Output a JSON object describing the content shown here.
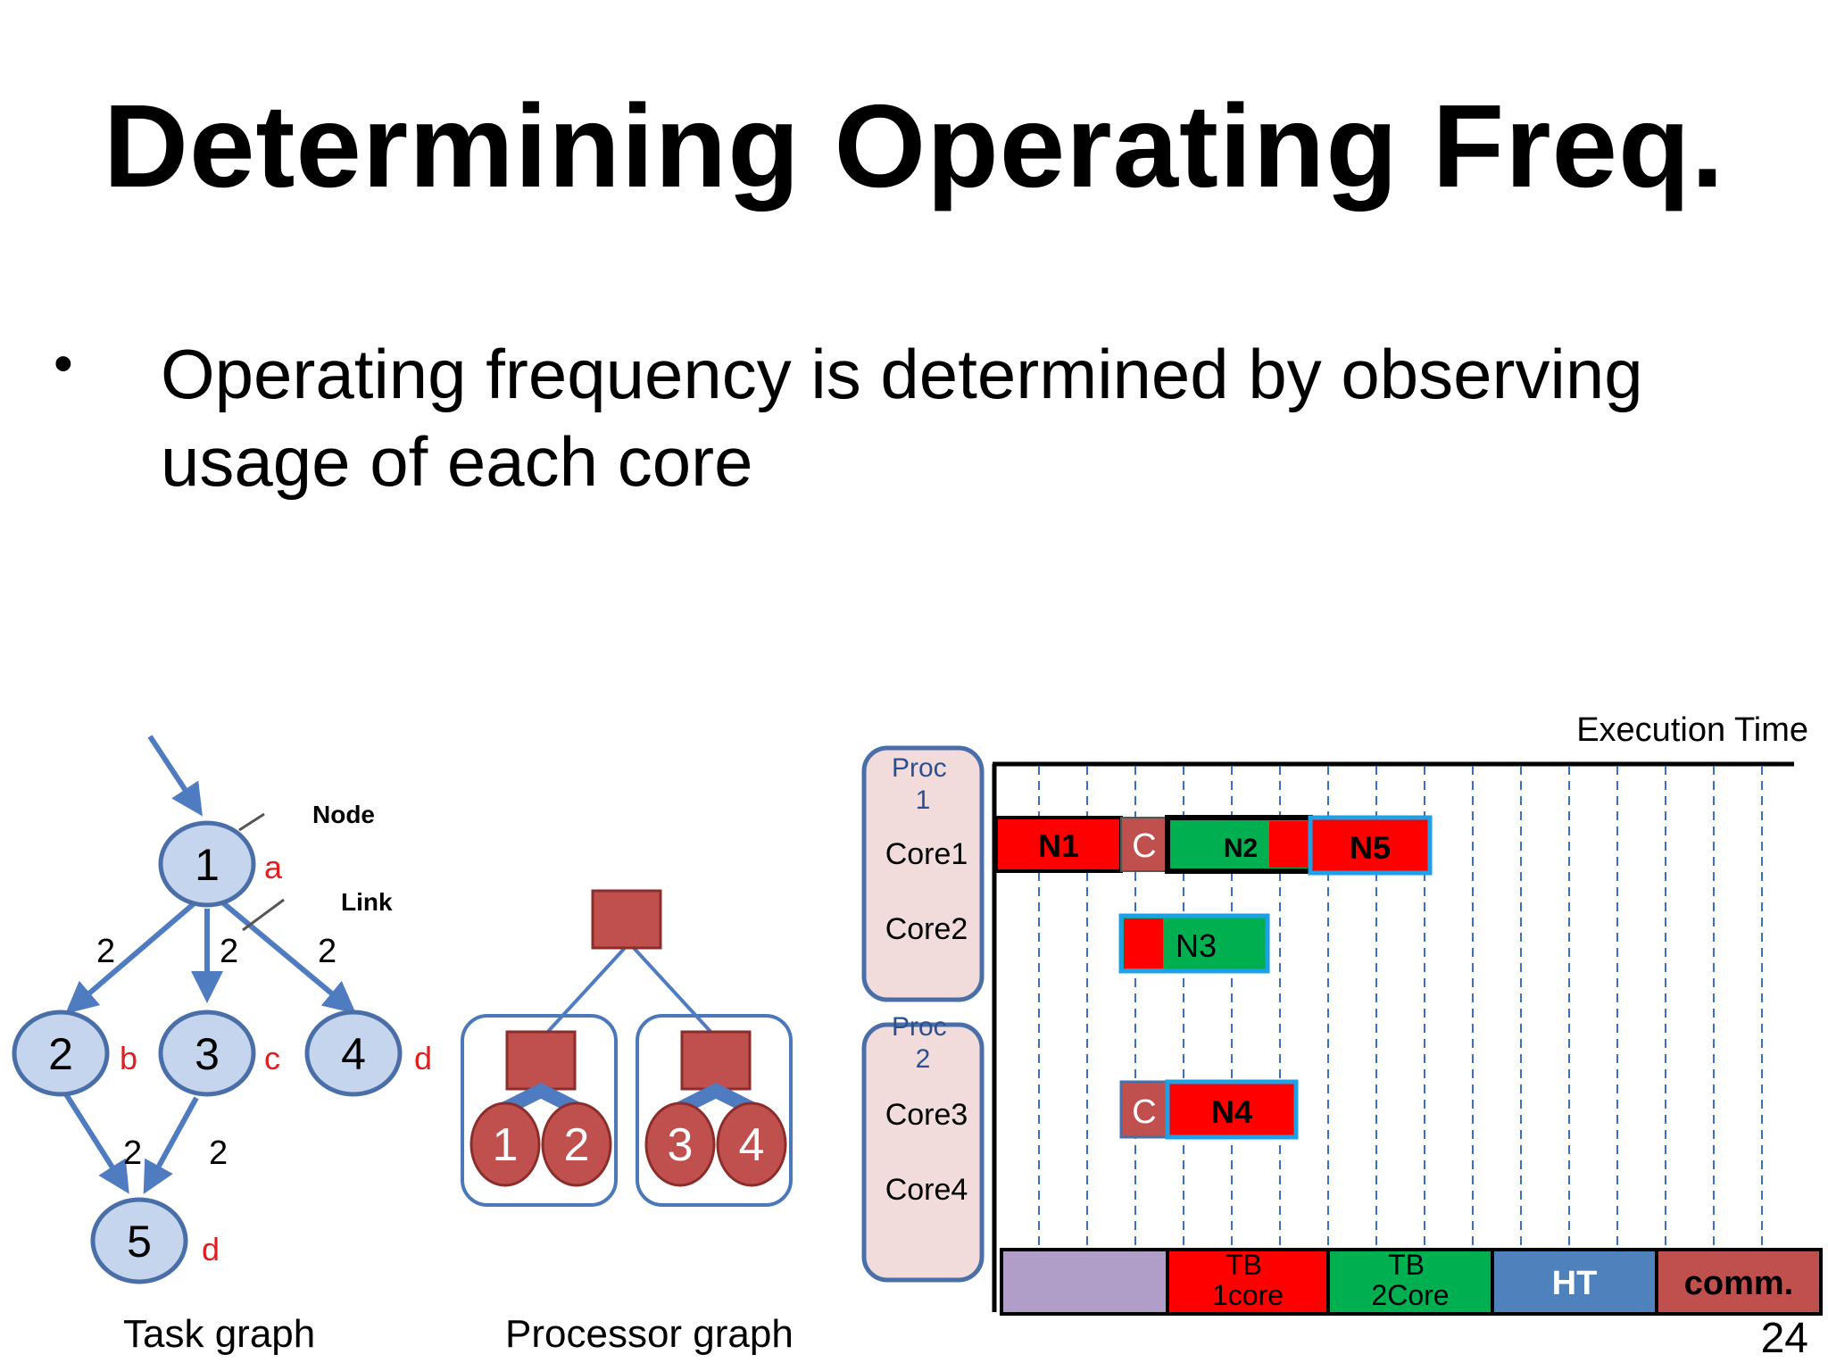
{
  "slide": {
    "title": "Determining Operating Freq.",
    "bullet": "Operating frequency is determined by observing usage of each core",
    "page_number": "24"
  },
  "task_graph": {
    "caption": "Task graph",
    "callouts": {
      "node": "Node",
      "link": "Link"
    },
    "nodes": [
      {
        "id": "1",
        "tag": "a"
      },
      {
        "id": "2",
        "tag": "b"
      },
      {
        "id": "3",
        "tag": "c"
      },
      {
        "id": "4",
        "tag": "d"
      },
      {
        "id": "5",
        "tag": "d"
      }
    ],
    "edges": [
      {
        "from": "1",
        "to": "2",
        "weight": "2"
      },
      {
        "from": "1",
        "to": "3",
        "weight": "2"
      },
      {
        "from": "1",
        "to": "4",
        "weight": "2"
      },
      {
        "from": "2",
        "to": "5",
        "weight": "2"
      },
      {
        "from": "3",
        "to": "5",
        "weight": "2"
      }
    ],
    "colors": {
      "node_fill": "#c5d5ee",
      "node_stroke": "#4a6fa8",
      "edge": "#4f7cc0",
      "tag": "#e02020"
    }
  },
  "processor_graph": {
    "caption": "Processor graph",
    "cores": [
      "1",
      "2",
      "3",
      "4"
    ],
    "colors": {
      "fill": "#c0504d",
      "stroke": "#8b2e2b",
      "group_stroke": "#4a78b8",
      "link": "#4f7cc0"
    }
  },
  "schedule": {
    "axis_label": "Execution Time",
    "procs": [
      {
        "label": "Proc\n1",
        "cores": [
          "Core1",
          "Core2"
        ]
      },
      {
        "label": "Proc\n2",
        "cores": [
          "Core3",
          "Core4"
        ]
      }
    ],
    "blocks": {
      "n1": "N1",
      "c1": "C",
      "n2": "N2",
      "n5": "N5",
      "n3": "N3",
      "c2": "C",
      "n4": "N4"
    },
    "legend": [
      {
        "label": "",
        "color": "#b09ec8"
      },
      {
        "label": "TB\n1core",
        "color": "#ff0000"
      },
      {
        "label": "TB\n2Core",
        "color": "#00b050"
      },
      {
        "label": "HT",
        "color": "#4f81bd"
      },
      {
        "label": "comm.",
        "color": "#c0504d"
      }
    ],
    "colors": {
      "red": "#ff0000",
      "green": "#00b050",
      "comm": "#c0504d",
      "cyan": "#1ea0e6",
      "proc_fill": "#f2dcdb",
      "proc_stroke": "#4a6fa8",
      "grid": "#3a6fc4"
    }
  }
}
